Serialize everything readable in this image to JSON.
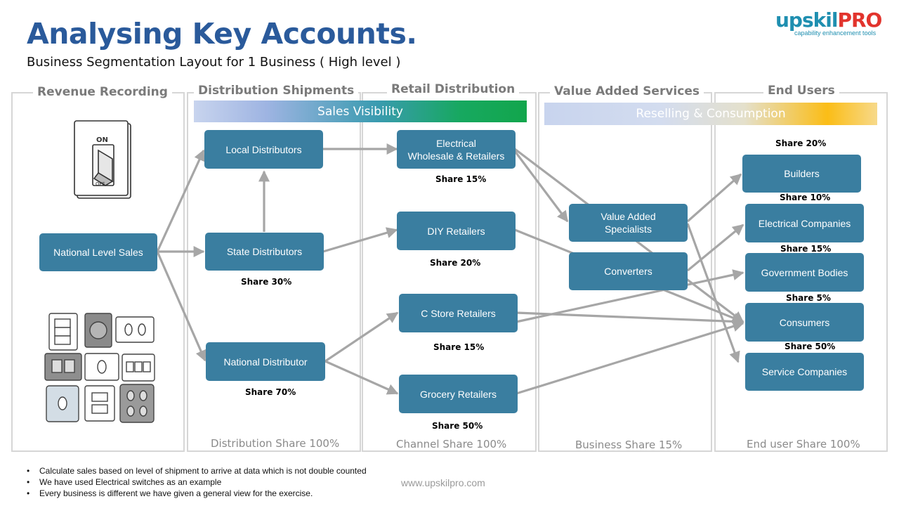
{
  "title": "Analysing Key Accounts.",
  "subtitle": "Business Segmentation Layout for 1 Business ( High level )",
  "logo": {
    "main": "upskil",
    "accent": "PRO",
    "tagline": "capability enhancement tools"
  },
  "columns": {
    "revenue": {
      "title": "Revenue Recording"
    },
    "distribution": {
      "title": "Distribution Shipments",
      "footer": "Distribution Share 100%"
    },
    "retail": {
      "title": "Retail Distribution",
      "footer": "Channel Share 100%"
    },
    "value_added": {
      "title": "Value Added Services",
      "footer": "Business Share 15%"
    },
    "end_users": {
      "title": "End Users",
      "footer": "End user Share 100%"
    }
  },
  "banners": {
    "sales_visibility": "Sales Visibility",
    "reselling": "Reselling & Consumption"
  },
  "nodes": {
    "national_level_sales": "National Level Sales",
    "local_distributors": "Local Distributors",
    "state_distributors": "State Distributors",
    "national_distributor": "National Distributor",
    "electrical_wholesale": "Electrical\nWholesale & Retailers",
    "diy_retailers": "DIY Retailers",
    "c_store_retailers": "C Store Retailers",
    "grocery_retailers": "Grocery Retailers",
    "value_added_specialists": "Value Added\nSpecialists",
    "converters": "Converters",
    "builders": "Builders",
    "electrical_companies": "Electrical Companies",
    "government_bodies": "Government Bodies",
    "consumers": "Consumers",
    "service_companies": "Service Companies"
  },
  "shares": {
    "state_distributors": "Share 30%",
    "national_distributor": "Share 70%",
    "electrical_wholesale": "Share 15%",
    "diy_retailers": "Share 20%",
    "c_store_retailers": "Share 15%",
    "grocery_retailers": "Share 50%",
    "builders": "Share 20%",
    "electrical_companies": "Share 10%",
    "government_bodies": "Share 15%",
    "consumers": "Share 5%",
    "service_companies": "Share 50%"
  },
  "switch_labels": {
    "on": "ON",
    "off": "OFF"
  },
  "notes": [
    "Calculate sales based on level of shipment to arrive at data which is not double counted",
    "We have used Electrical switches as an example",
    "Every business is different we have given a general view for the exercise."
  ],
  "website": "www.upskilpro.com",
  "colors": {
    "title": "#2a5a9b",
    "node": "#3a7ea0",
    "arrow": "#a6a6a6",
    "logo_blue": "#1f8fb0",
    "logo_red": "#e2342d"
  }
}
